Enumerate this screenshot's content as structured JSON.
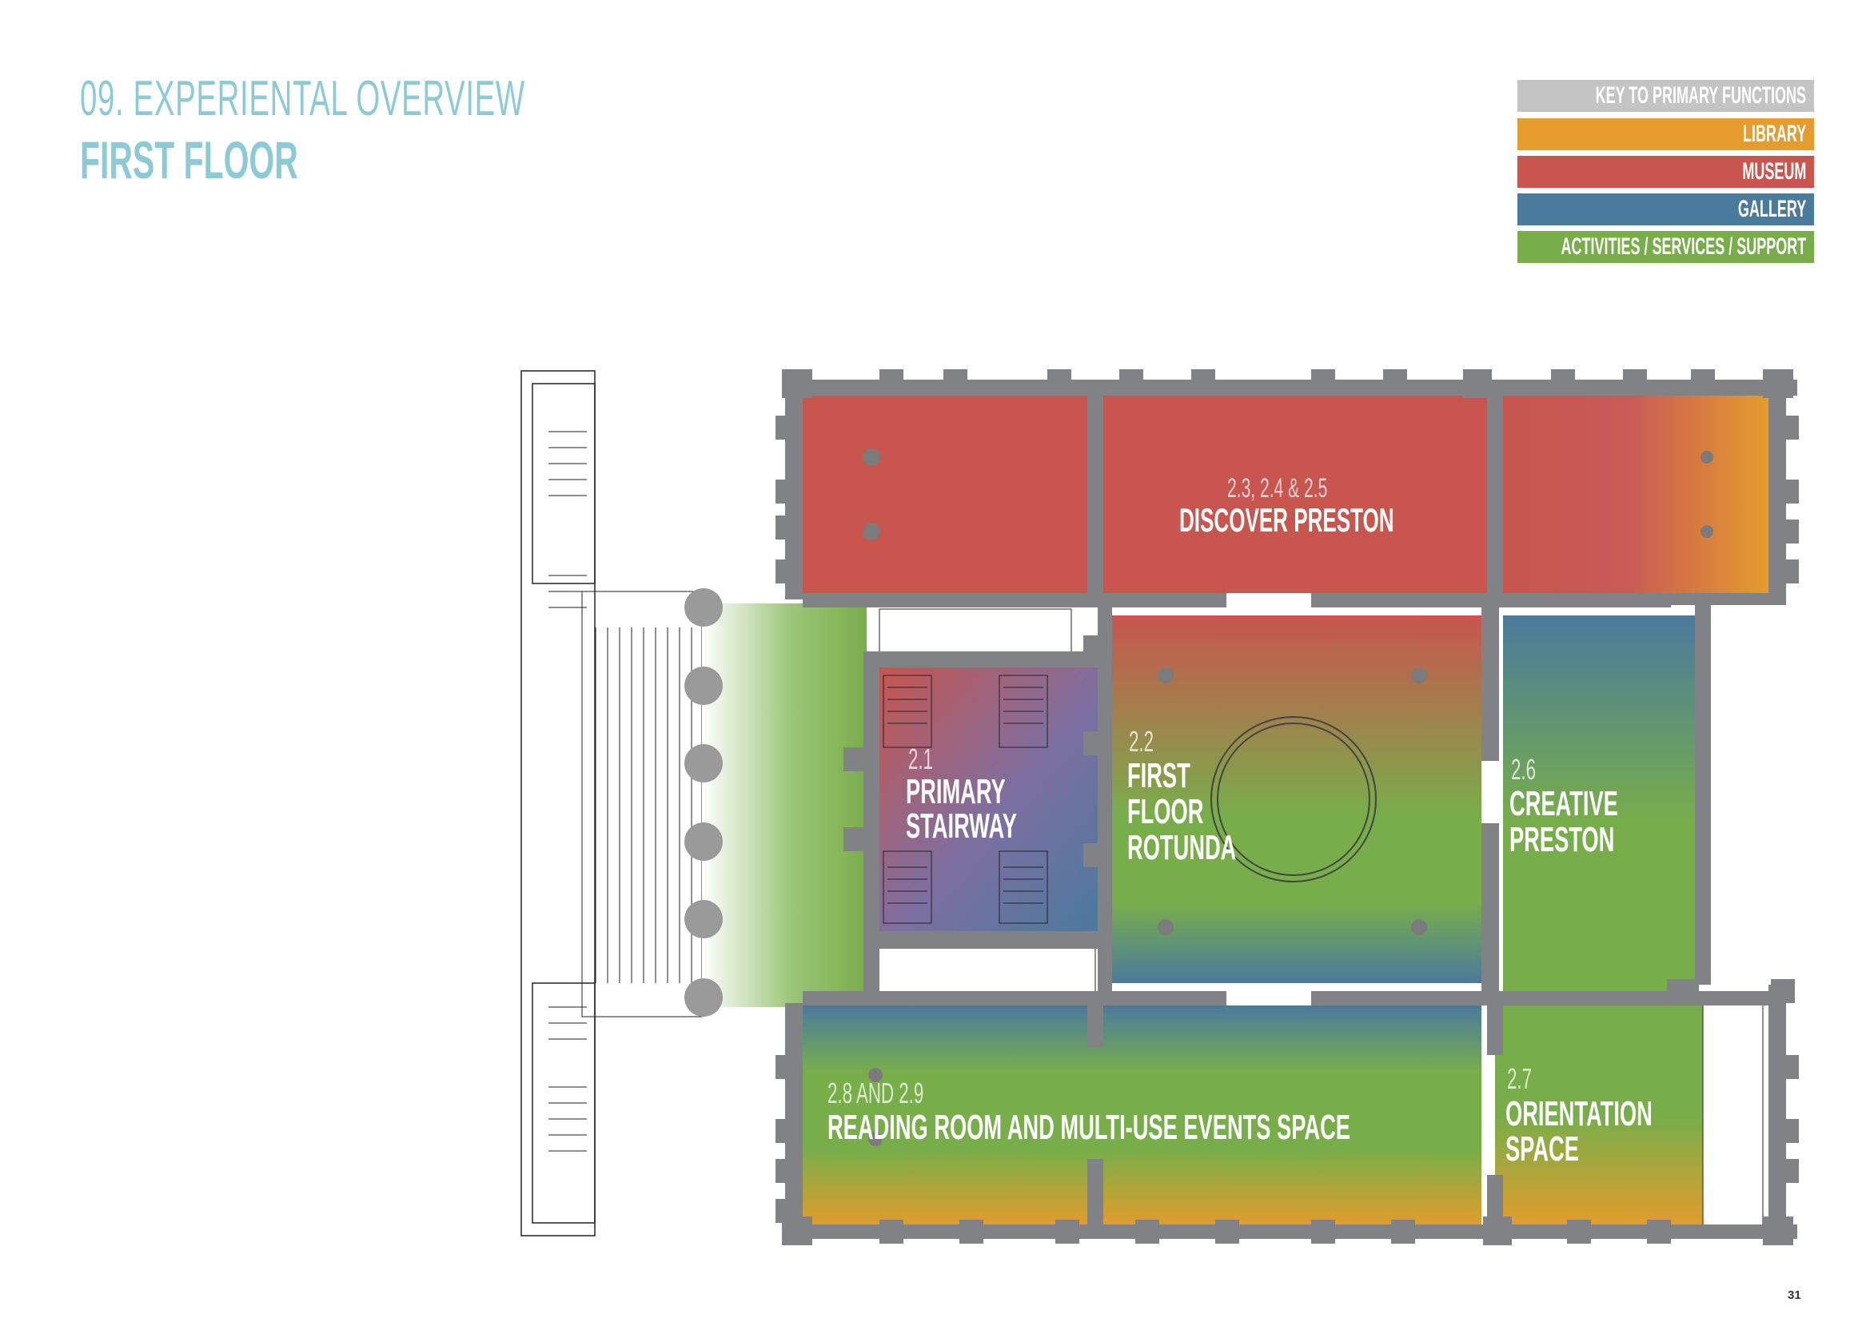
{
  "header": {
    "section_title": "09. EXPERIENTAL OVERVIEW",
    "floor_title": "FIRST FLOOR"
  },
  "key": {
    "title": "KEY TO PRIMARY FUNCTIONS",
    "items": [
      {
        "label": "LIBRARY",
        "color": "#e59c2c"
      },
      {
        "label": "MUSEUM",
        "color": "#c8554e"
      },
      {
        "label": "GALLERY",
        "color": "#4a7a9c"
      },
      {
        "label": "ACTIVITIES / SERVICES / SUPPORT",
        "color": "#78ae4a"
      }
    ],
    "title_color": "#c4c4c4"
  },
  "rooms": {
    "discover": {
      "number": "2.3, 2.4 & 2.5",
      "name": "DISCOVER PRESTON"
    },
    "stairway": {
      "number": "2.1",
      "name_line1": "PRIMARY",
      "name_line2": "STAIRWAY"
    },
    "rotunda": {
      "number": "2.2",
      "name_line1": "FIRST",
      "name_line2": "FLOOR",
      "name_line3": "ROTUNDA"
    },
    "creative": {
      "number": "2.6",
      "name_line1": "CREATIVE",
      "name_line2": "PRESTON"
    },
    "reading": {
      "number": "2.8 AND 2.9",
      "name": "READING ROOM AND MULTI-USE EVENTS SPACE"
    },
    "orientation": {
      "number": "2.7",
      "name_line1": "ORIENTATION",
      "name_line2": "SPACE"
    }
  },
  "page_number": "31"
}
